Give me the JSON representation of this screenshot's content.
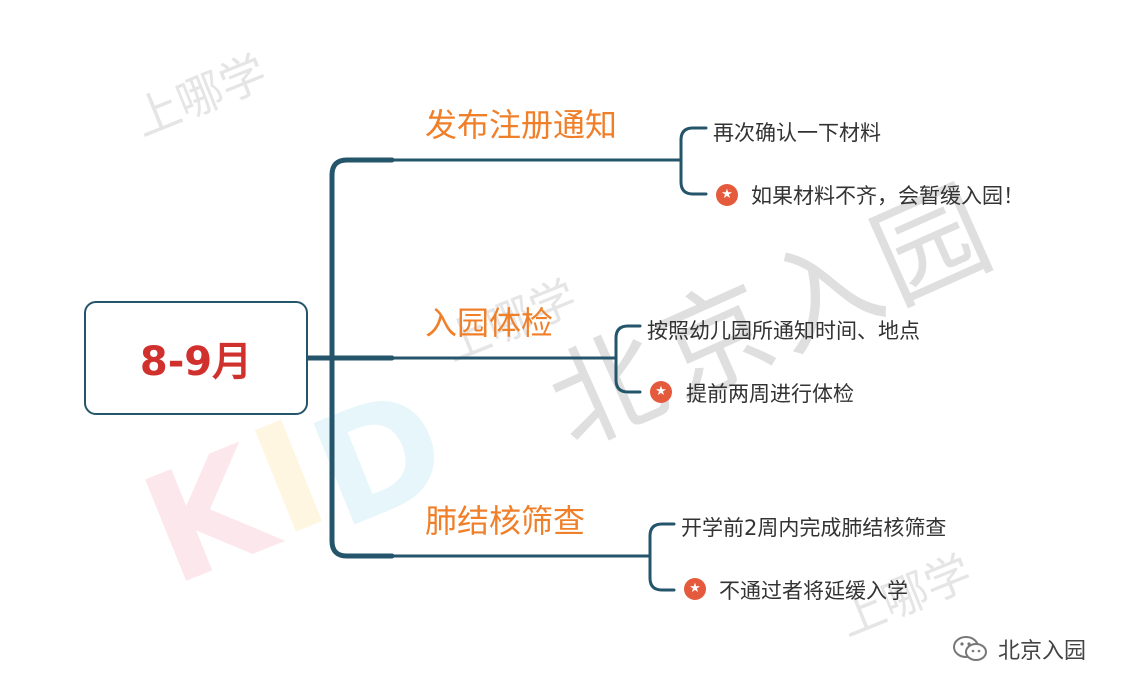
{
  "root": {
    "label": "8-9月"
  },
  "branches": [
    {
      "title": "发布注册通知",
      "items": [
        {
          "text": "再次确认一下材料",
          "starred": false
        },
        {
          "text": "如果材料不齐，会暂缓入园！",
          "starred": true
        }
      ]
    },
    {
      "title": "入园体检",
      "items": [
        {
          "text": "按照幼儿园所通知时间、地点",
          "starred": false
        },
        {
          "text": "提前两周进行体检",
          "starred": true
        }
      ]
    },
    {
      "title": "肺结核筛查",
      "items": [
        {
          "text": "开学前2周内完成肺结核筛查",
          "starred": false
        },
        {
          "text": "不通过者将延缓入学",
          "starred": true
        }
      ]
    }
  ],
  "watermark": {
    "main": "北京入园",
    "kids": [
      "K",
      "I",
      "D"
    ],
    "small": "上哪学"
  },
  "brand": {
    "name": "北京入园",
    "icon": "wechat-icon"
  },
  "colors": {
    "connector": "#24556b",
    "branch_text": "#f07f2a",
    "root_text": "#d0312d",
    "star": "#e55a3d"
  }
}
